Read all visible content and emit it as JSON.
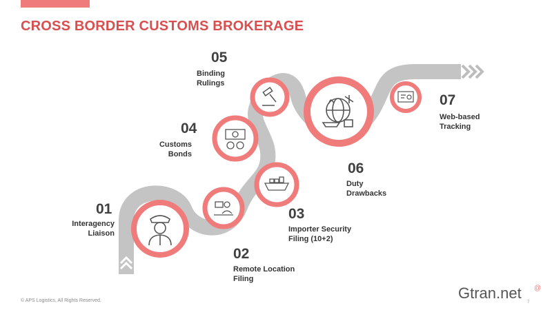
{
  "slide": {
    "title": "CROSS BORDER CUSTOMS BROKERAGE",
    "footer": "© APS Logistics, All Rights Reserved.",
    "logo": "Gtran.net",
    "logo_mark": "@",
    "page_number": "7"
  },
  "colors": {
    "accent": "#f07b7b",
    "road": "#bdbdbd",
    "text": "#333333"
  },
  "steps": [
    {
      "number": "01",
      "label_lines": [
        "Interagency",
        "Liaison"
      ],
      "icon": "customs-officer-icon"
    },
    {
      "number": "02",
      "label_lines": [
        "Remote Location",
        "Filing"
      ],
      "icon": "remote-worker-icon"
    },
    {
      "number": "03",
      "label_lines": [
        "Importer Security",
        "Filing (10+2)"
      ],
      "icon": "cargo-ship-icon"
    },
    {
      "number": "04",
      "label_lines": [
        "Customs",
        "Bonds"
      ],
      "icon": "bond-money-icon"
    },
    {
      "number": "05",
      "label_lines": [
        "Binding",
        "Rulings"
      ],
      "icon": "gavel-icon"
    },
    {
      "number": "06",
      "label_lines": [
        "Duty",
        "Drawbacks"
      ],
      "icon": "global-logistics-icon"
    },
    {
      "number": "07",
      "label_lines": [
        "Web-based",
        "Tracking"
      ],
      "icon": "tracking-screen-icon"
    }
  ]
}
